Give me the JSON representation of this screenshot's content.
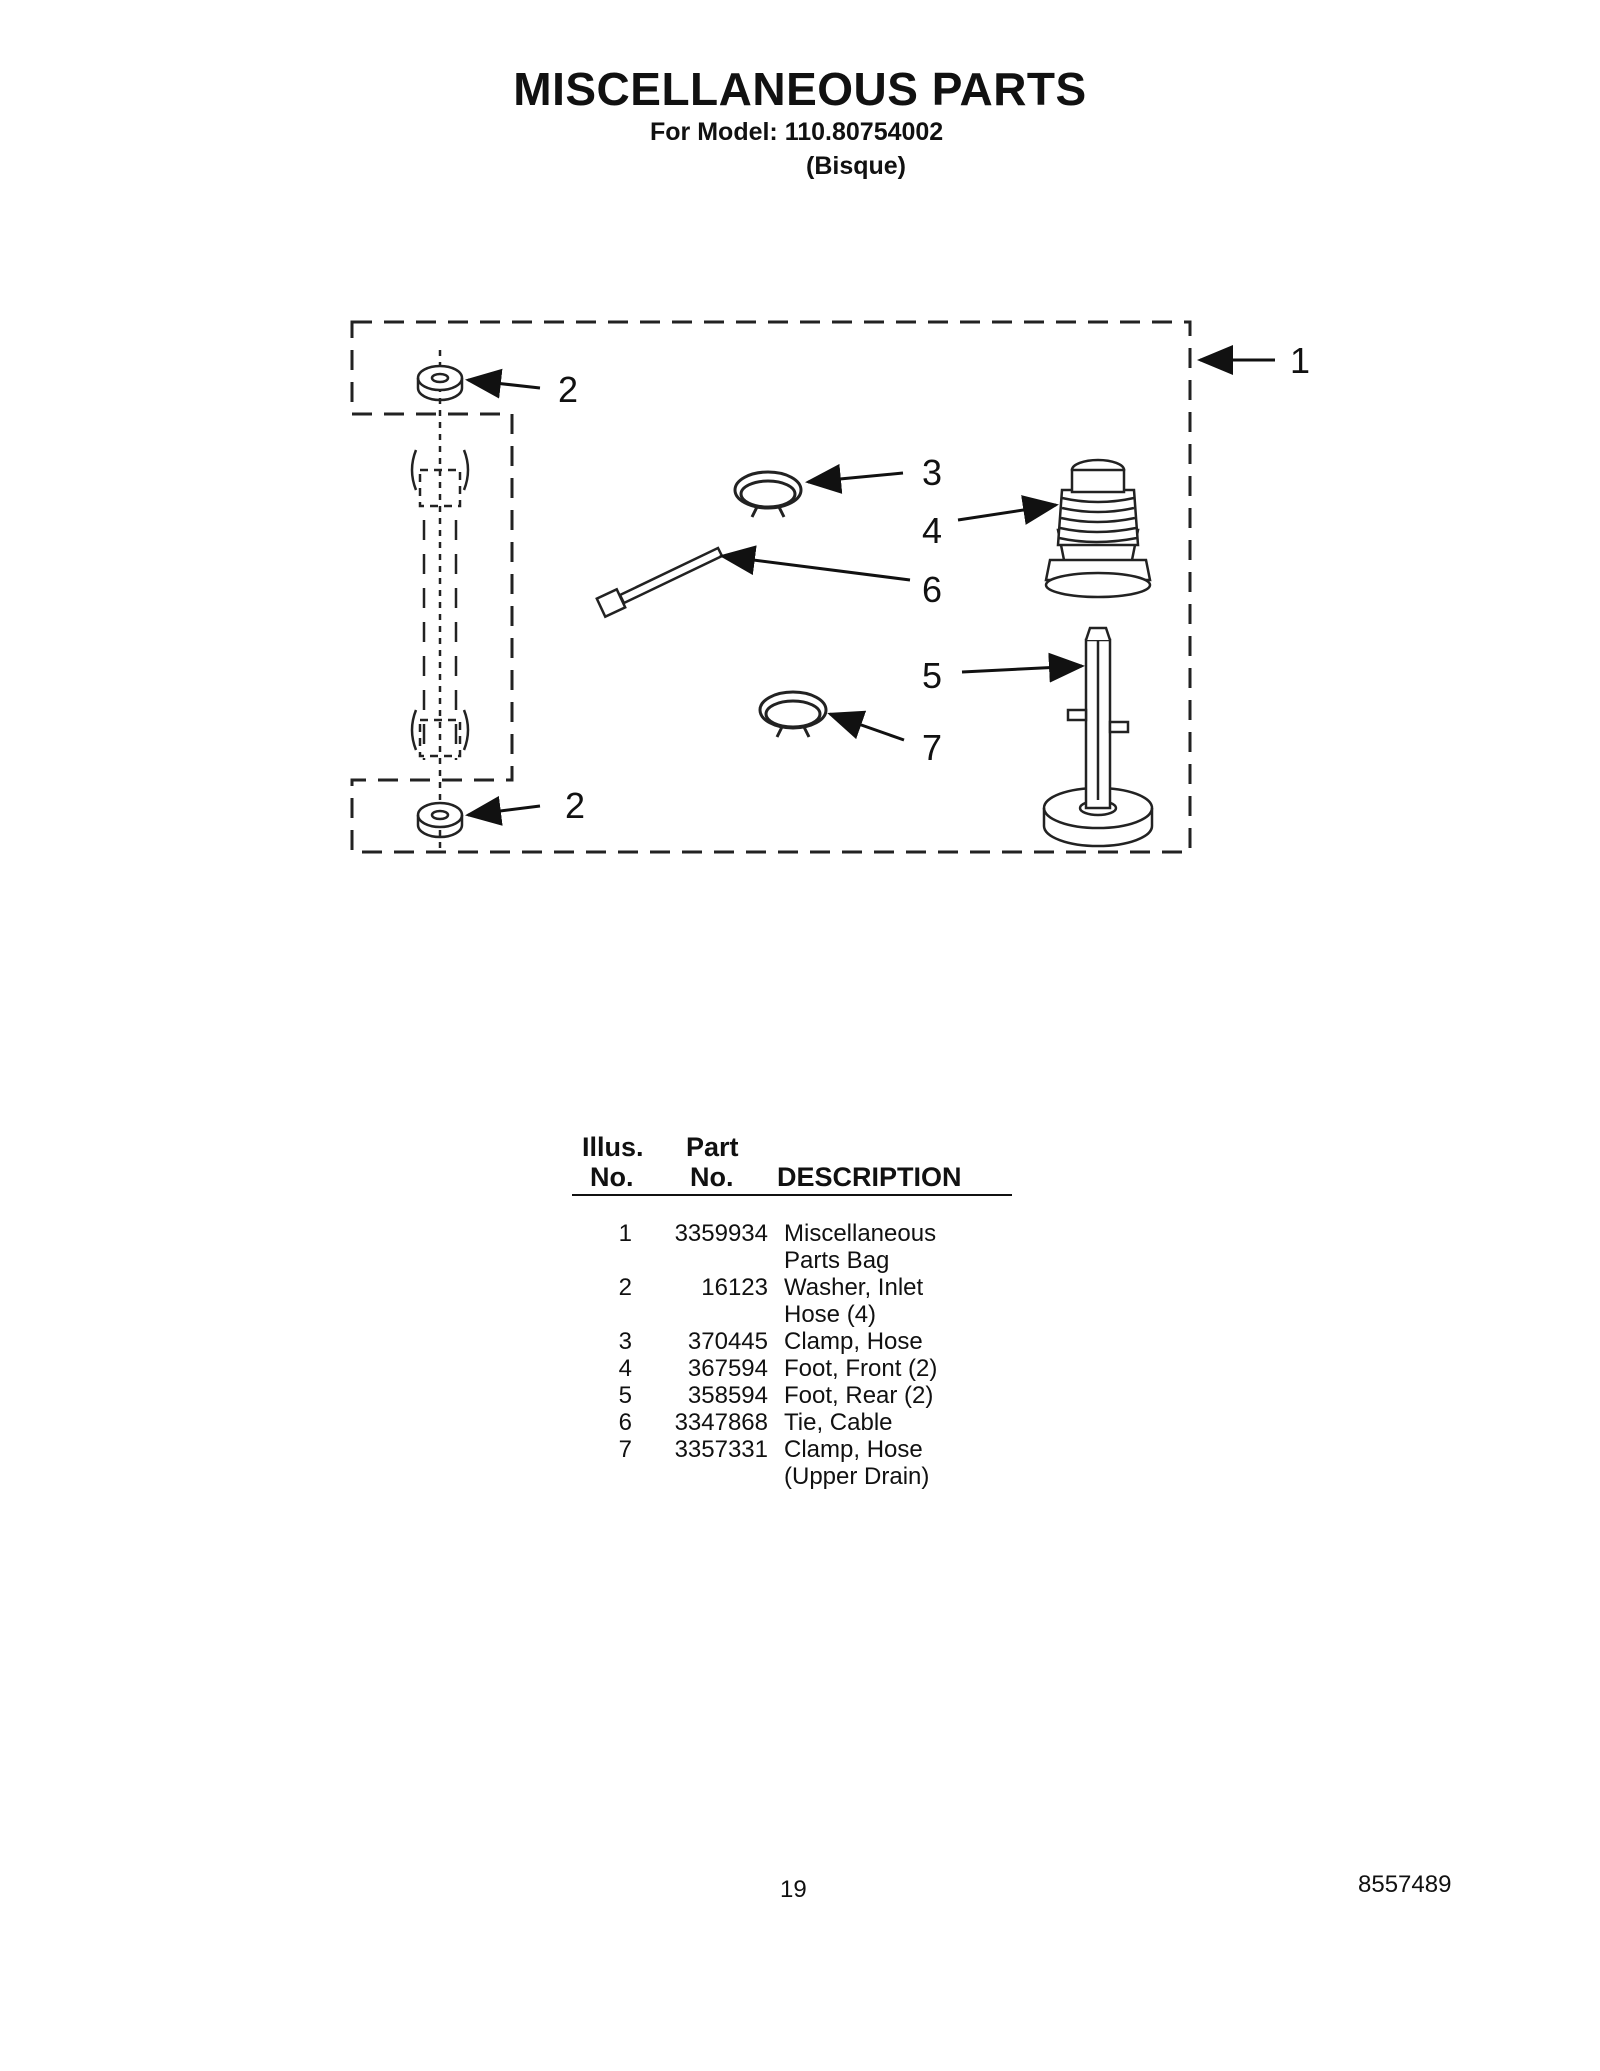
{
  "header": {
    "title": "MISCELLANEOUS PARTS",
    "model_line": "For Model: 110.80754002",
    "color_line": "(Bisque)"
  },
  "diagram": {
    "callouts": [
      "1",
      "2",
      "2",
      "3",
      "4",
      "5",
      "6",
      "7"
    ]
  },
  "table": {
    "headers": {
      "illus_top": "Illus.",
      "illus_bottom": "No.",
      "part_top": "Part",
      "part_bottom": "No.",
      "description": "DESCRIPTION"
    },
    "rows": [
      {
        "illus": "1",
        "part": "3359934",
        "desc": "Miscellaneous\nParts Bag"
      },
      {
        "illus": "2",
        "part": "16123",
        "desc": "Washer, Inlet\nHose (4)"
      },
      {
        "illus": "3",
        "part": "370445",
        "desc": "Clamp, Hose"
      },
      {
        "illus": "4",
        "part": "367594",
        "desc": "Foot, Front (2)"
      },
      {
        "illus": "5",
        "part": "358594",
        "desc": "Foot, Rear (2)"
      },
      {
        "illus": "6",
        "part": "3347868",
        "desc": "Tie, Cable"
      },
      {
        "illus": "7",
        "part": "3357331",
        "desc": "Clamp, Hose\n(Upper Drain)"
      }
    ]
  },
  "footer": {
    "page_number": "19",
    "document_number": "8557489"
  }
}
